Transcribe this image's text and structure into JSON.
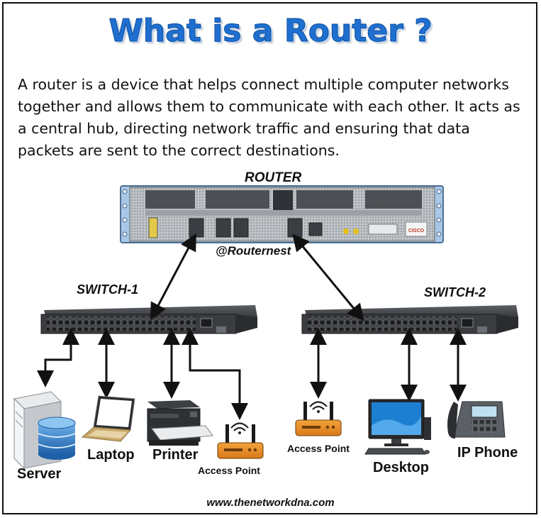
{
  "title": "What is a Router ?",
  "description": "A router is a device that helps connect multiple computer networks together and allows them to communicate with each other. It acts as a central hub, directing network traffic and ensuring that data packets are sent to the correct destinations.",
  "router": {
    "label": "ROUTER",
    "watermark": "@Routernest",
    "brand": "CISCO"
  },
  "switch1": {
    "label": "SWITCH-1"
  },
  "switch2": {
    "label": "SWITCH-2"
  },
  "devices": {
    "server": "Server",
    "laptop": "Laptop",
    "printer": "Printer",
    "access_point_1": "Access Point",
    "access_point_2": "Access Point",
    "desktop": "Desktop",
    "ip_phone": "IP Phone"
  },
  "footer": "www.thenetworkdna.com"
}
